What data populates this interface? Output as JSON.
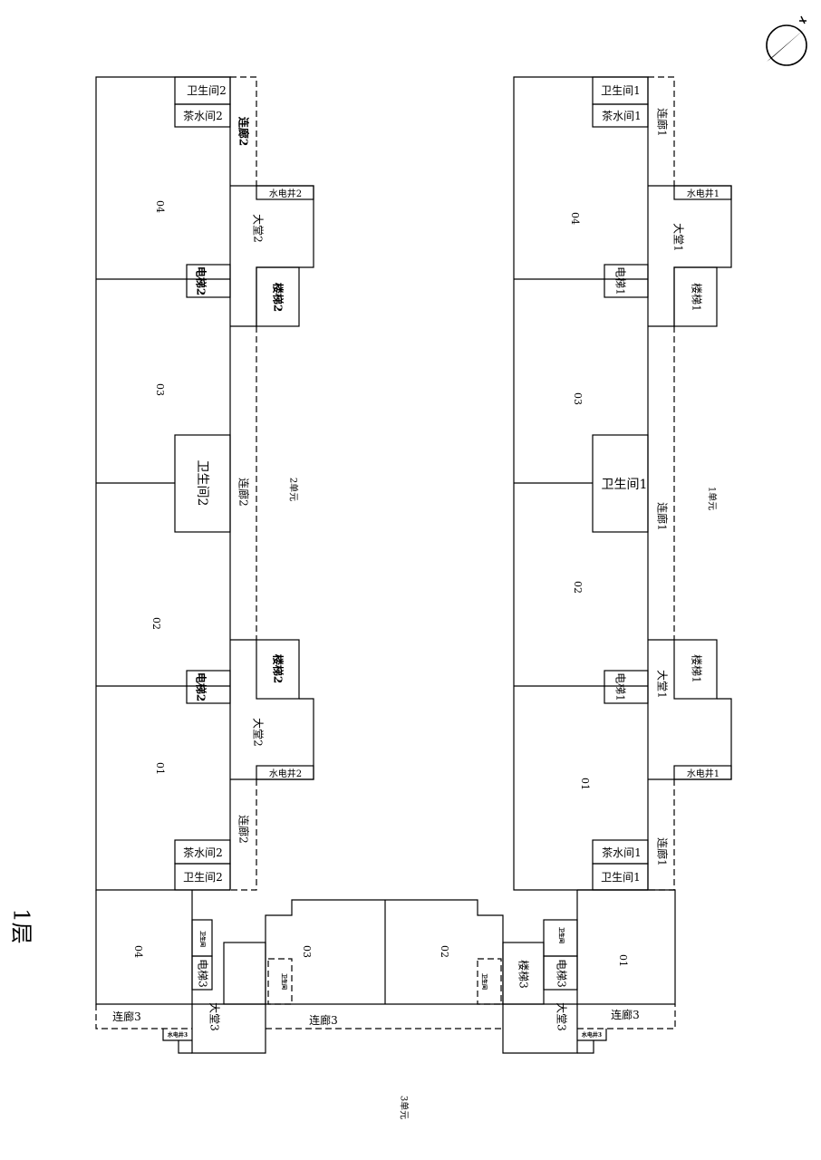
{
  "floor_label": "1层",
  "compass_icon": "north-arrow-icon",
  "unit_1": {
    "name": "1单元",
    "rooms": {
      "r01": "01",
      "r02": "02",
      "r03": "03",
      "r04": "04"
    },
    "restroom": "卫生间1",
    "pantry": "茶水间1",
    "corridor": "连廊1",
    "shaft": "水电井1",
    "lobby": "大堂1",
    "elevator": "电梯1",
    "stairs": "楼梯1"
  },
  "unit_2": {
    "name": "2单元",
    "rooms": {
      "r01": "01",
      "r02": "02",
      "r03": "03",
      "r04": "04"
    },
    "restroom": "卫生间2",
    "pantry": "茶水间2",
    "corridor": "连廊2",
    "shaft": "水电井2",
    "lobby": "大堂2",
    "elevator": "电梯2",
    "stairs": "楼梯2"
  },
  "unit_3": {
    "name": "3单元",
    "rooms": {
      "r01": "01",
      "r02": "02",
      "r03": "03",
      "r04": "04"
    },
    "restroom": "卫生间",
    "corridor": "连廊3",
    "shaft": "水电井3",
    "lobby": "大堂3",
    "elevator": "电梯3",
    "stairs": "楼梯3"
  }
}
